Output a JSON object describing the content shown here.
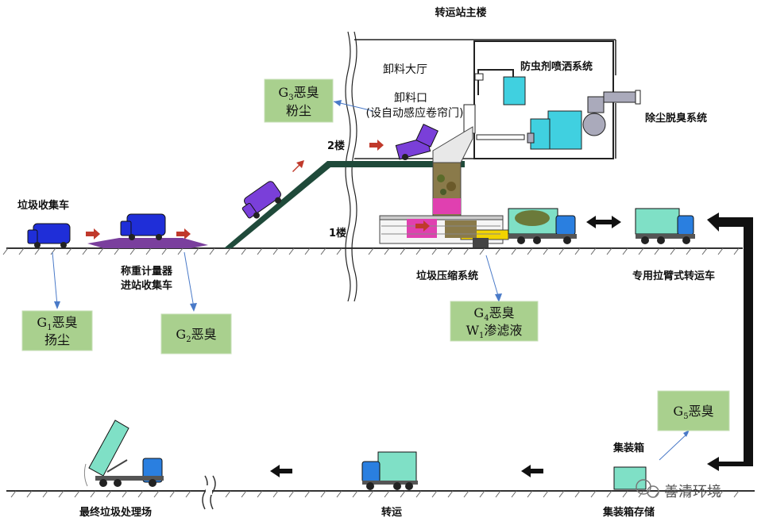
{
  "labels": {
    "main_building": "转运站主楼",
    "unloading_hall": "卸料大厅",
    "unloading_port_1": "卸料口",
    "unloading_port_2": "(设自动感应卷帘门)",
    "insecticide": "防虫剂喷洒系统",
    "deodor": "除尘脱臭系统",
    "floor2": "2楼",
    "floor1": "1楼",
    "collect_truck": "垃圾收集车",
    "weigh_1": "称重计量器",
    "weigh_2": "进站收集车",
    "compress": "垃圾压缩系统",
    "arm_truck": "专用拉臂式转运车",
    "container": "集装箱",
    "container_storage": "集装箱存储",
    "transfer": "转运",
    "final_site": "最终垃圾处理场",
    "watermark": "善清环境"
  },
  "emissions": {
    "g1": {
      "sym": "G",
      "sub": "1",
      "line1": "恶臭",
      "line2": "扬尘"
    },
    "g2": {
      "sym": "G",
      "sub": "2",
      "line1": "恶臭"
    },
    "g3": {
      "sym": "G",
      "sub": "3",
      "line1": "恶臭",
      "line2": "粉尘"
    },
    "g4": {
      "sym": "G",
      "sub": "4",
      "line1": "恶臭",
      "w_sym": "W",
      "w_sub": "1",
      "line2": "渗滤液"
    },
    "g5": {
      "sym": "G",
      "sub": "5",
      "line1": "恶臭"
    }
  },
  "colors": {
    "truck_blue": "#1f2ed8",
    "truck_purple": "#7a3fd9",
    "teal_body": "#7fe0c6",
    "cab_blue": "#2a7fe0",
    "emission_green": "#a9d08e",
    "arrow_red": "#c0392b",
    "ramp": "#1f4a3a",
    "cyan_equipment": "#40d0e0",
    "pink_platform": "#e040b0"
  }
}
